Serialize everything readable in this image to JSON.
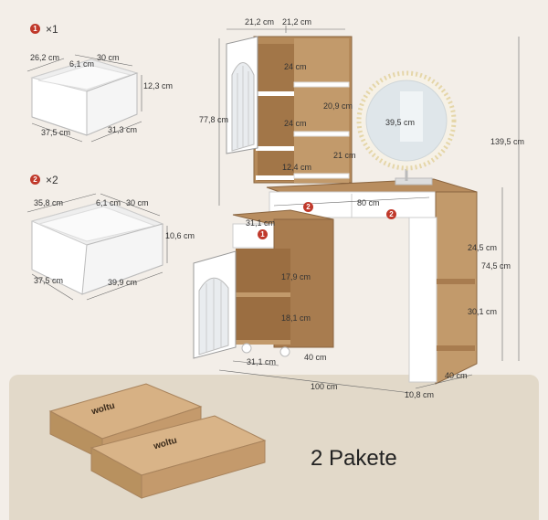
{
  "drawer1": {
    "badge": "1",
    "qty": "×1",
    "width": "30 cm",
    "inner": "6,1 cm",
    "depth_top": "26,2 cm",
    "height": "12,3 cm",
    "depth": "37,5 cm",
    "length": "31,3 cm"
  },
  "drawer2": {
    "badge": "2",
    "qty": "×2",
    "width_left": "35,8 cm",
    "inner": "6,1 cm",
    "width": "30 cm",
    "height": "10,6 cm",
    "depth": "37,5 cm",
    "length": "39,9 cm"
  },
  "cabinet": {
    "top_w1": "21,2 cm",
    "top_w2": "21,2 cm",
    "shelf1": "24 cm",
    "shelf2": "24 cm",
    "shelf3": "12,4 cm",
    "side_shelf1": "20,9 cm",
    "side_shelf2": "21 cm",
    "height_upper": "77,8 cm",
    "total_height": "139,5 cm",
    "mirror": "39,5 cm",
    "desk_width": "80 cm",
    "lower_drawer": "31,1 cm",
    "lower_shelf1": "17,9 cm",
    "lower_shelf2": "18,1 cm",
    "lower_depth": "40 cm",
    "lower_width": "31,1 cm",
    "right_shelf1": "24,5 cm",
    "right_height": "74,5 cm",
    "right_shelf2": "30,1 cm",
    "right_depth": "40 cm",
    "leg": "10,8 cm",
    "total_width": "100 cm",
    "badge1": "1",
    "badge2a": "2",
    "badge2b": "2"
  },
  "brand": "woltu",
  "packages": "2 Pakete",
  "colors": {
    "wood": "#a87c4f",
    "white": "#ffffff",
    "accent": "#c0392b",
    "box": "#c49a6c",
    "floor": "#e2d9c9"
  }
}
